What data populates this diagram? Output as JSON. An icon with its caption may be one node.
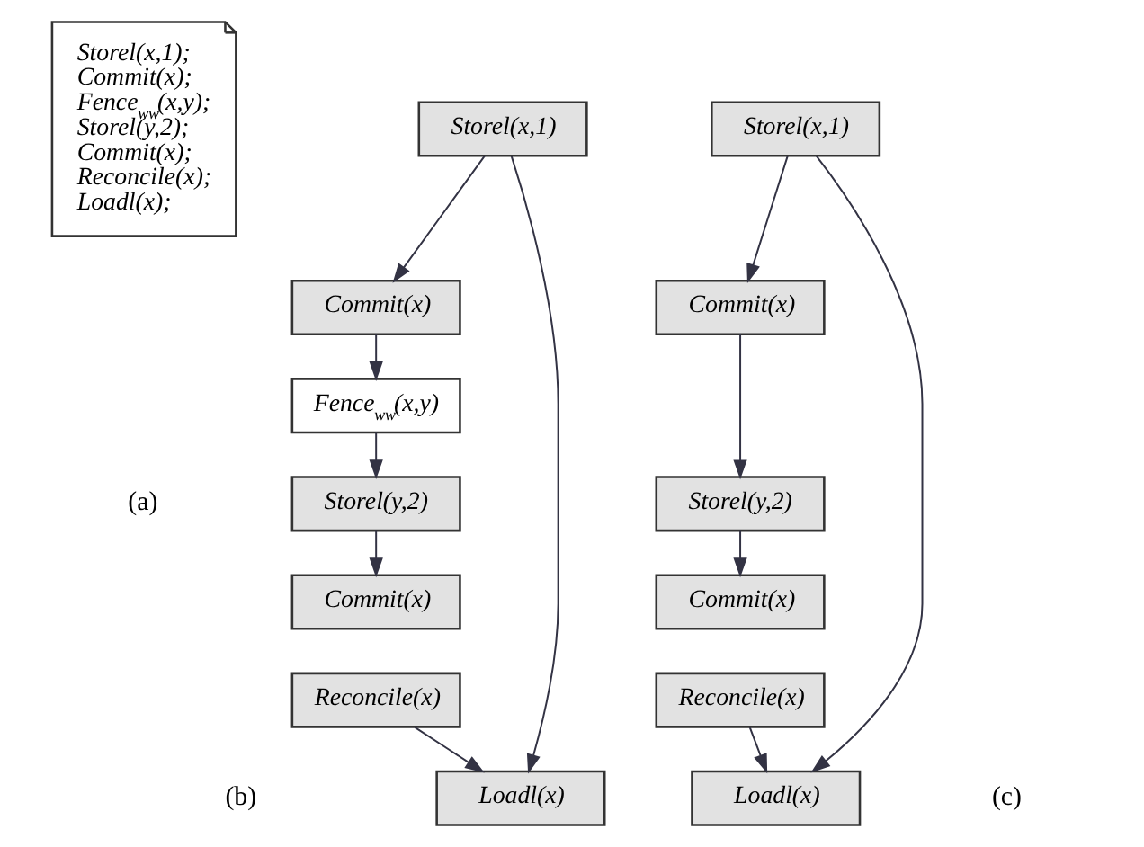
{
  "diagram": {
    "nodes": [
      {
        "text": [
          "Storel(x,1);",
          "Commit(x);",
          "Fence$_{ww}$(x,y);",
          "Storel(y,2);",
          "Commit(x);",
          "Reconcile(x);",
          "Loadl(x);"
        ]
      },
      {
        "text": [
          "Storel(x,1)"
        ]
      },
      {
        "text": [
          "Commit(x)"
        ]
      },
      {
        "text": [
          "Fence$_{ww}$(x,y)"
        ]
      },
      {
        "text": [
          "Storel(y,2)"
        ]
      },
      {
        "text": [
          "Commit(x)"
        ]
      },
      {
        "text": [
          "Reconcile(x)"
        ]
      },
      {
        "text": [
          "Loadl(x)"
        ]
      },
      {
        "text": [
          "Storel(x,1)"
        ]
      },
      {
        "text": [
          "Commit(x)"
        ]
      },
      {
        "text": [
          "Storel(y,2)"
        ]
      },
      {
        "text": [
          "Commit(x)"
        ]
      },
      {
        "text": [
          "Reconcile(x)"
        ]
      },
      {
        "text": [
          "Loadl(x)"
        ]
      }
    ],
    "edges": [
      {
        "from": 1,
        "to": 2,
        "arrow": "to"
      },
      {
        "from": 2,
        "to": 3,
        "arrow": "to"
      },
      {
        "from": 3,
        "to": 4,
        "arrow": "to"
      },
      {
        "from": 4,
        "to": 5,
        "arrow": "to"
      },
      {
        "from": 6,
        "to": 7,
        "arrow": "to"
      },
      {
        "from": 1,
        "to": 7,
        "arrow": "to"
      },
      {
        "from": 8,
        "to": 9,
        "arrow": "to"
      },
      {
        "from": 9,
        "to": 10,
        "arrow": "to"
      },
      {
        "from": 10,
        "to": 11,
        "arrow": "to"
      },
      {
        "from": 12,
        "to": 13,
        "arrow": "to"
      },
      {
        "from": 8,
        "to": 13,
        "arrow": "to"
      }
    ],
    "labels": [
      "(a)",
      "(b)",
      "(c)"
    ]
  }
}
